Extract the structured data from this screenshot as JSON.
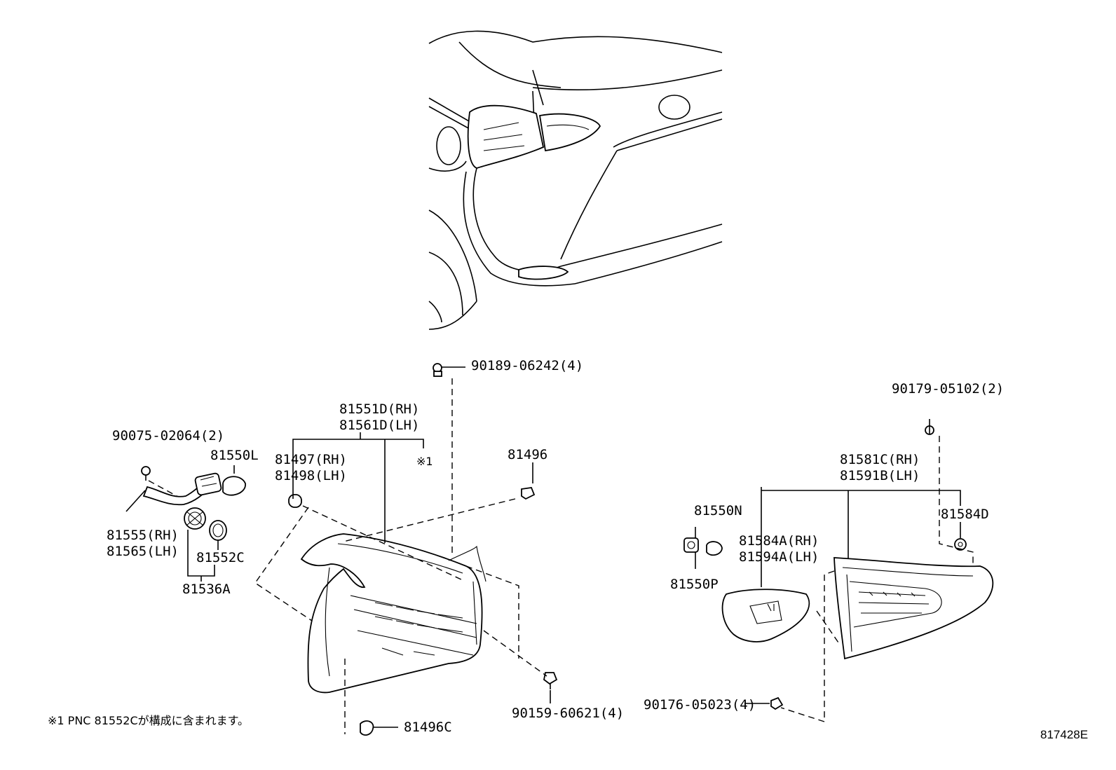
{
  "labels": {
    "p90189": "90189-06242(4)",
    "p81551D": "81551D(RH)",
    "p81561D": "81561D(LH)",
    "p90075": "90075-02064(2)",
    "p81550L": "81550L",
    "p81497": "81497(RH)",
    "p81498": "81498(LH)",
    "note_mark": "※1",
    "p81496": "81496",
    "p81555": "81555(RH)",
    "p81565": "81565(LH)",
    "p81552C": "81552C",
    "p81536A": "81536A",
    "p90159": "90159-60621(4)",
    "p81496C": "81496C",
    "p90179": "90179-05102(2)",
    "p81581C": "81581C(RH)",
    "p81591B": "81591B(LH)",
    "p81550N": "81550N",
    "p81584A": "81584A(RH)",
    "p81594A": "81594A(LH)",
    "p81584D": "81584D",
    "p81550P": "81550P",
    "p90176": "90176-05023(4)"
  },
  "footnote": "※1 PNC 81552Cが構成に含まれます。",
  "diagram_ref": "817428E"
}
